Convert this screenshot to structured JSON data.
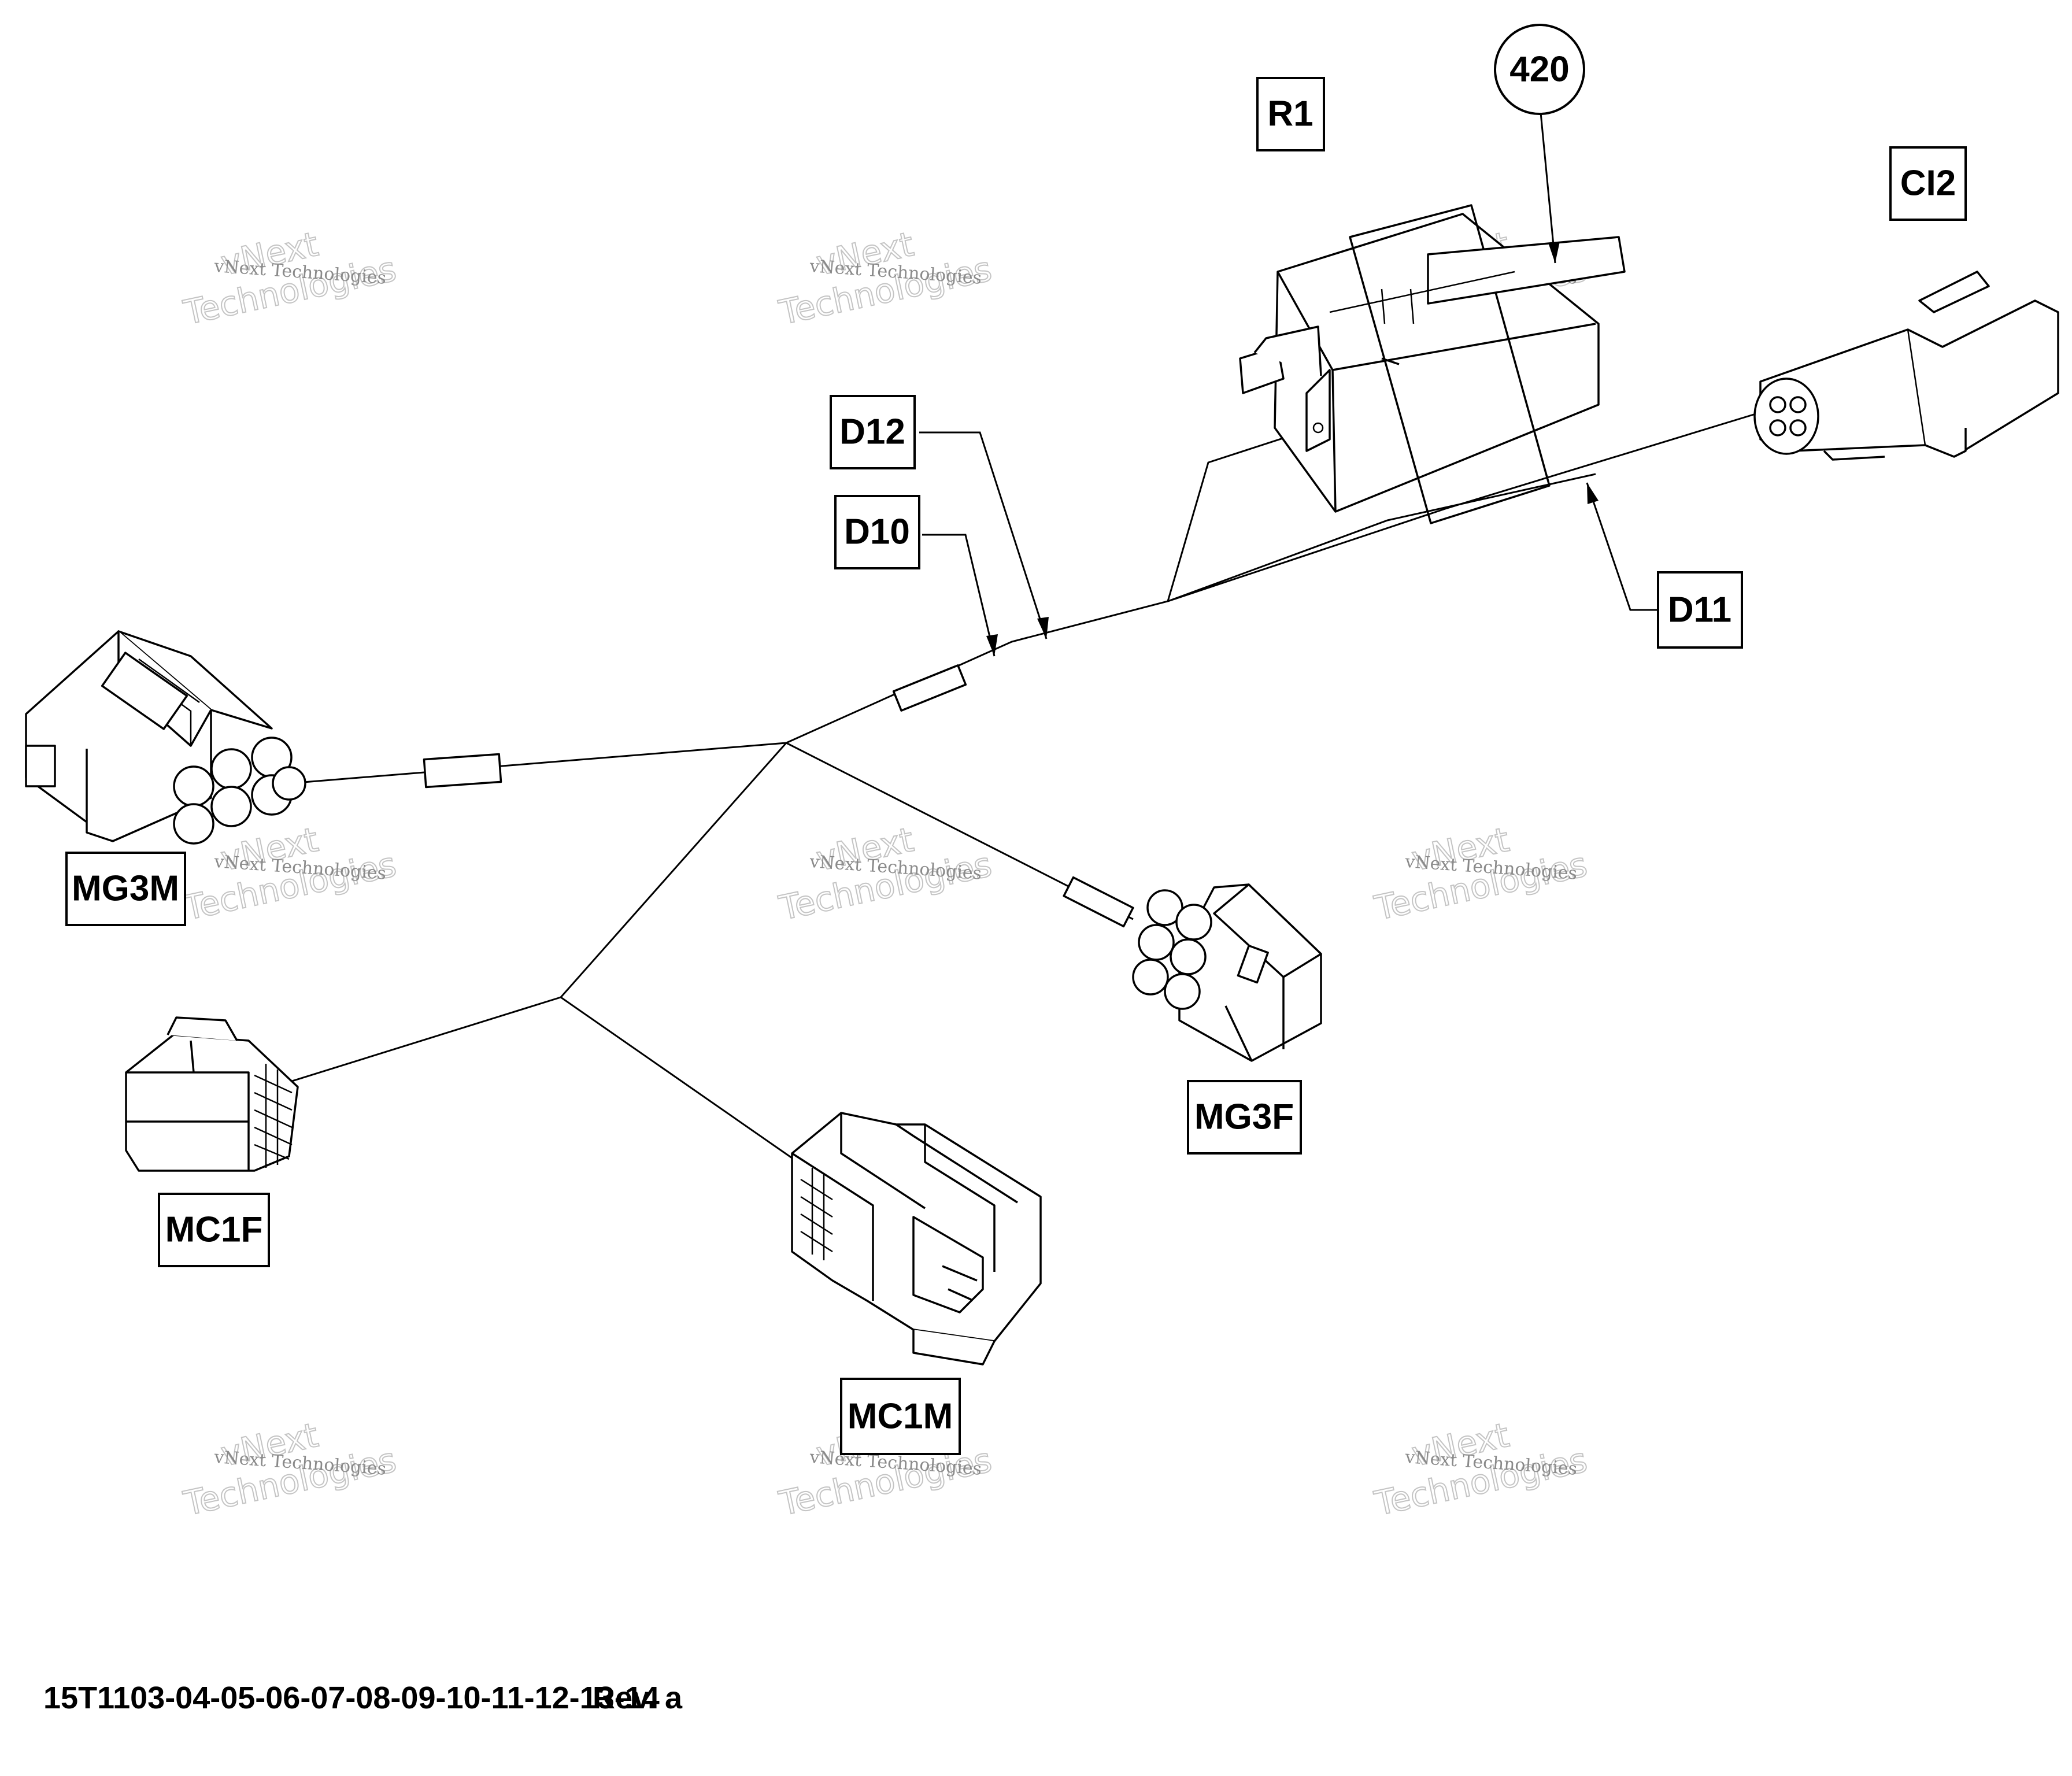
{
  "watermark": {
    "line1": "vNext Technologies",
    "line2": "Technologies",
    "line3": "vNext"
  },
  "labels": {
    "r1": "R1",
    "ci2": "CI2",
    "d12": "D12",
    "d10": "D10",
    "d11": "D11",
    "mg3m": "MG3M",
    "mg3f": "MG3F",
    "mc1f": "MC1F",
    "mc1m": "MC1M"
  },
  "callout": {
    "item_420": "420"
  },
  "footer": {
    "part_numbers": "15T1103-04-05-06-07-08-09-10-11-12-13-14",
    "revision": "Rev. a"
  },
  "colors": {
    "line": "#000000",
    "background": "#ffffff",
    "watermark": "#8a8a8a"
  }
}
